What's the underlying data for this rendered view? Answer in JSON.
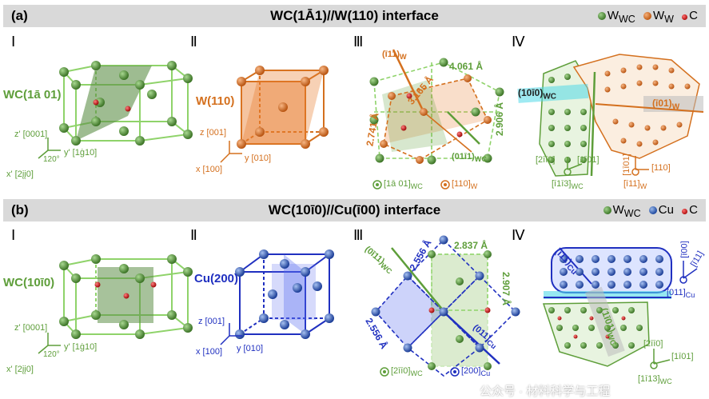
{
  "panel_a": {
    "label": "(a)",
    "title": "WC(1Ā1)//W(110) interface",
    "legend": [
      "W",
      "WC",
      "W",
      "W",
      "C"
    ],
    "I": {
      "roman": "Ⅰ",
      "plane": "WC(1ā 01)",
      "axes": [
        "z' [0001]",
        "y' [1ġ10]",
        "120°",
        "x' [2įį0]"
      ]
    },
    "II": {
      "roman": "Ⅱ",
      "plane": "W(110)",
      "axes": [
        "z [001]",
        "y [010]",
        "x [100]"
      ]
    },
    "III": {
      "roman": "Ⅲ",
      "dims": [
        "4.061 Å",
        "3.165 Å",
        "2.741 Å",
        "2.906 Å"
      ],
      "dirs": [
        "(ī11)",
        "W",
        "(01ī1)",
        "WC"
      ],
      "legend": [
        "[1ā 01]",
        "WC",
        "[110]",
        "W"
      ]
    },
    "IV": {
      "roman": "Ⅳ",
      "planes": [
        "(10ī0)",
        "WC",
        "(ī01)",
        "W"
      ],
      "dirs": [
        "[2īī0]",
        "[1ī01]",
        "[1ī01]",
        "[110]",
        "[ī1ī3]",
        "WC",
        "[ī11]",
        "W"
      ]
    }
  },
  "panel_b": {
    "label": "(b)",
    "title": "WC(10ī0)//Cu(ī00) interface",
    "legend": [
      "W",
      "WC",
      "Cu",
      "C"
    ],
    "I": {
      "roman": "Ⅰ",
      "plane": "WC(10ī0)",
      "axes": [
        "z' [0001]",
        "y' [1ġ10]",
        "120°",
        "x' [2įį0]"
      ]
    },
    "II": {
      "roman": "Ⅱ",
      "plane": "Cu(200)",
      "axes": [
        "z [001]",
        "y [010]",
        "x [100]"
      ]
    },
    "III": {
      "roman": "Ⅲ",
      "dims": [
        "2.556 Å",
        "2.837 Å",
        "2.907 Å",
        "2.556 Å"
      ],
      "dirs": [
        "(0ī11)",
        "WC",
        "(011)",
        "Cu"
      ],
      "legend": [
        "[2īī0]",
        "WC",
        "[200]",
        "Cu"
      ]
    },
    "IV": {
      "roman": "Ⅳ",
      "planes": [
        "(ī11)",
        "Cu",
        "(1ī01)",
        "WC"
      ],
      "dirs": [
        "[ī00]",
        "[ī11]",
        "[011]",
        "Cu",
        "[2īī0]",
        "[1ī01]",
        "[1ī13]",
        "WC"
      ]
    }
  },
  "watermark": "公众号 · 材料科学与工程",
  "colors": {
    "wc_green": "#5e9e3a",
    "w_orange": "#d4701e",
    "cu_blue": "#2030c0",
    "c_red": "#c01818",
    "band_gray": "#d9d9d9"
  }
}
